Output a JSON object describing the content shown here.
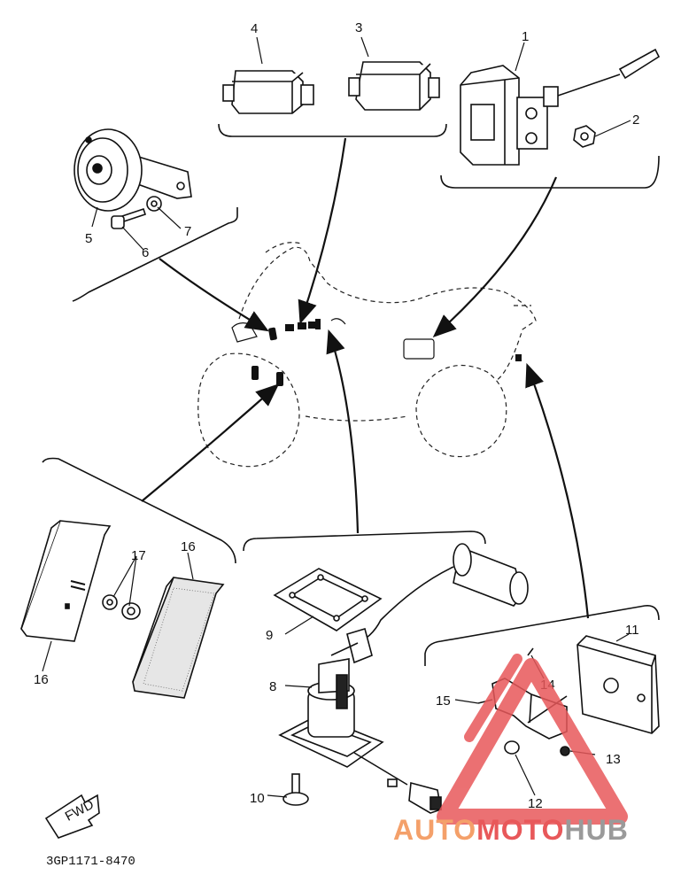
{
  "diagram": {
    "labels": {
      "p1": "1",
      "p2": "2",
      "p3": "3",
      "p4": "4",
      "p5": "5",
      "p6": "6",
      "p7": "7",
      "p8": "8",
      "p9": "9",
      "p10": "10",
      "p11": "11",
      "p12": "12",
      "p13": "13",
      "p14": "14",
      "p15": "15",
      "p16a": "16",
      "p16b": "16",
      "p17": "17"
    },
    "fwd_label": "FWD",
    "code": "3GP1171-8470"
  },
  "watermark": {
    "part1": "AUTO",
    "part2": "MOTO",
    "part3": "HUB",
    "colors": {
      "orange": "#f4a06a",
      "red": "#e8585a",
      "gray": "#9a9a9a"
    }
  }
}
